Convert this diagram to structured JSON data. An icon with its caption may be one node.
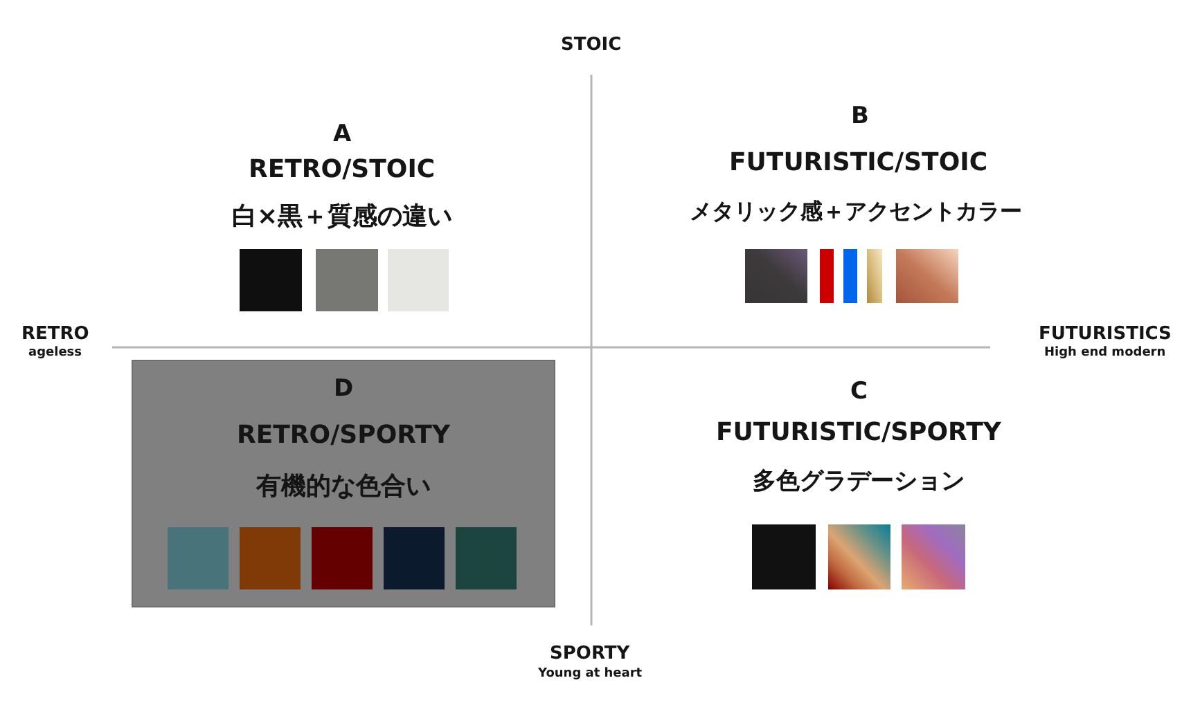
{
  "diagram": {
    "nodes": [
      {
        "text": [
          "D",
          "RETRO/SPORTY",
          "有機的な色合い"
        ]
      }
    ],
    "labels": [
      "STOIC",
      "A",
      "RETRO/STOIC",
      "白×黒＋質感の違い",
      "B",
      "FUTURISTIC/STOIC",
      "メタリック感＋アクセントカラー",
      "RETRO",
      "ageless",
      "FUTURISTICS",
      "High end modern",
      "C",
      "FUTURISTIC/SPORTY",
      "多色グラデーション",
      "SPORTY",
      "Young at heart"
    ]
  }
}
